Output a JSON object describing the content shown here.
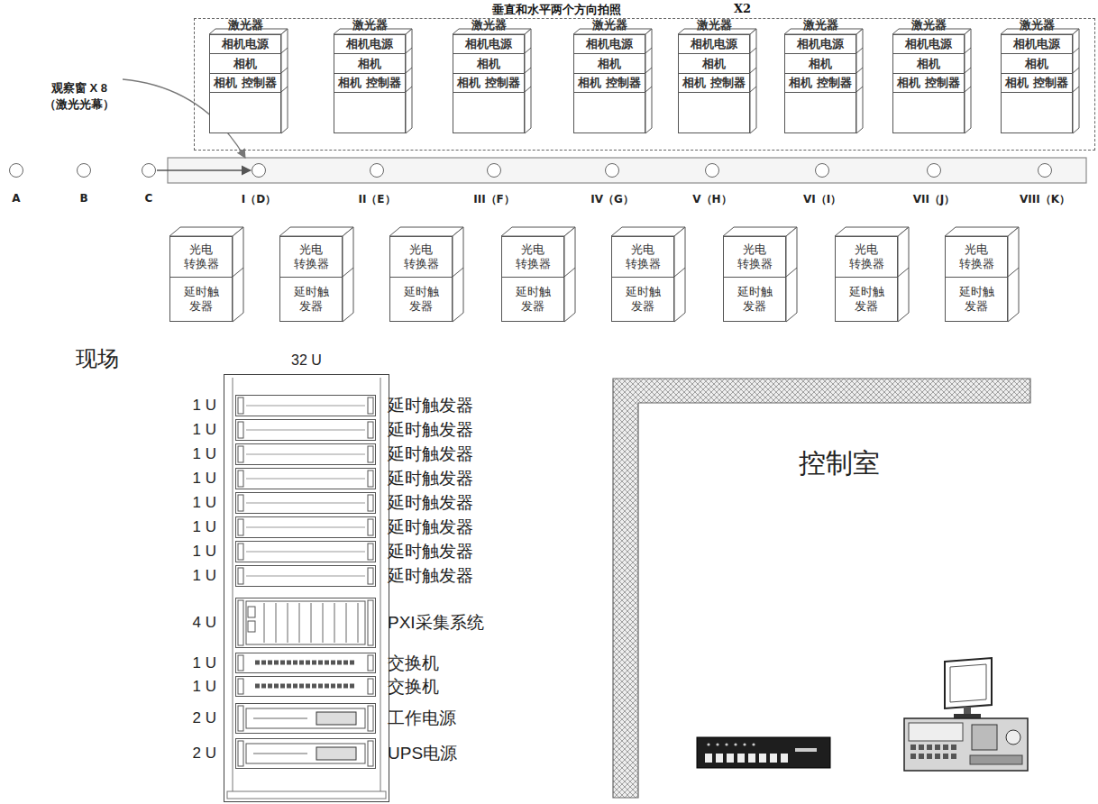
{
  "diagram": {
    "nodes": [
      {
        "text": [
          "垂直和水平两个方向拍照",
          "X2"
        ]
      },
      {
        "text": [
          "激光器"
        ],
        "in": 0
      },
      {
        "text": [
          "相机电源"
        ],
        "in": 0
      },
      {
        "text": [
          "相机"
        ],
        "in": 0
      },
      {
        "text": [
          "相机 控制器"
        ],
        "in": 0
      },
      {
        "text": [
          "激光器"
        ],
        "in": 0
      },
      {
        "text": [
          "相机电源"
        ],
        "in": 0
      },
      {
        "text": [
          "相机"
        ],
        "in": 0
      },
      {
        "text": [
          "相机 控制器"
        ],
        "in": 0
      },
      {
        "text": [
          "激光器"
        ],
        "in": 0
      },
      {
        "text": [
          "相机电源"
        ],
        "in": 0
      },
      {
        "text": [
          "相机"
        ],
        "in": 0
      },
      {
        "text": [
          "相机 控制器"
        ],
        "in": 0
      },
      {
        "text": [
          "激光器"
        ],
        "in": 0
      },
      {
        "text": [
          "相机电源"
        ],
        "in": 0
      },
      {
        "text": [
          "相机"
        ],
        "in": 0
      },
      {
        "text": [
          "相机 控制器"
        ],
        "in": 0
      },
      {
        "text": [
          "激光器"
        ],
        "in": 0
      },
      {
        "text": [
          "相机电源"
        ],
        "in": 0
      },
      {
        "text": [
          "相机"
        ],
        "in": 0
      },
      {
        "text": [
          "相机 控制器"
        ],
        "in": 0
      },
      {
        "text": [
          "激光器"
        ],
        "in": 0
      },
      {
        "text": [
          "相机电源"
        ],
        "in": 0
      },
      {
        "text": [
          "相机"
        ],
        "in": 0
      },
      {
        "text": [
          "相机 控制器"
        ],
        "in": 0
      },
      {
        "text": [
          "激光器"
        ],
        "in": 0
      },
      {
        "text": [
          "相机电源"
        ],
        "in": 0
      },
      {
        "text": [
          "相机"
        ],
        "in": 0
      },
      {
        "text": [
          "相机 控制器"
        ],
        "in": 0
      },
      {
        "text": [
          "激光器"
        ],
        "in": 0
      },
      {
        "text": [
          "相机电源"
        ],
        "in": 0
      },
      {
        "text": [
          "相机"
        ],
        "in": 0
      },
      {
        "text": [
          "相机 控制器"
        ],
        "in": 0
      },
      {
        "text": [
          "A"
        ]
      },
      {
        "text": [
          "B"
        ]
      },
      {
        "text": [
          "C"
        ]
      },
      {
        "text": [
          "I（D）"
        ]
      },
      {
        "text": [
          "II（E）"
        ]
      },
      {
        "text": [
          "III（F）"
        ]
      },
      {
        "text": [
          "IV（G）"
        ]
      },
      {
        "text": [
          "V（H）"
        ]
      },
      {
        "text": [
          "VI（I）"
        ]
      },
      {
        "text": [
          "VII（J）"
        ]
      },
      {
        "text": [
          "VIII（K）"
        ]
      },
      {
        "text": [
          "光电 转换器"
        ]
      },
      {
        "text": [
          "延时触 发器"
        ]
      },
      {
        "text": [
          "光电 转换器"
        ]
      },
      {
        "text": [
          "延时触 发器"
        ]
      },
      {
        "text": [
          "光电 转换器"
        ]
      },
      {
        "text": [
          "延时触 发器"
        ]
      },
      {
        "text": [
          "光电 转换器"
        ]
      },
      {
        "text": [
          "延时触 发器"
        ]
      },
      {
        "text": [
          "光电 转换器"
        ]
      },
      {
        "text": [
          "延时触 发器"
        ]
      },
      {
        "text": [
          "光电 转换器"
        ]
      },
      {
        "text": [
          "延时触 发器"
        ]
      },
      {
        "text": [
          "光电 转换器"
        ]
      },
      {
        "text": [
          "延时触 发器"
        ]
      },
      {
        "text": [
          "光电 转换器"
        ]
      },
      {
        "text": [
          "延时触 发器"
        ]
      },
      {
        "text": [
          "32 U"
        ]
      },
      {
        "text": [
          "1 U",
          "延时触发器"
        ],
        "in": 60
      },
      {
        "text": [
          "1 U",
          "延时触发器"
        ],
        "in": 60
      },
      {
        "text": [
          "1 U",
          "延时触发器"
        ],
        "in": 60
      },
      {
        "text": [
          "1 U",
          "延时触发器"
        ],
        "in": 60
      },
      {
        "text": [
          "1 U",
          "延时触发器"
        ],
        "in": 60
      },
      {
        "text": [
          "1 U",
          "延时触发器"
        ],
        "in": 60
      },
      {
        "text": [
          "1 U",
          "延时触发器"
        ],
        "in": 60
      },
      {
        "text": [
          "1 U",
          "延时触发器"
        ],
        "in": 60
      },
      {
        "text": [
          "4 U",
          "PXI采集系统"
        ],
        "in": 60
      },
      {
        "text": [
          "1 U",
          "交换机"
        ],
        "in": 60
      },
      {
        "text": [
          "1 U",
          "交换机"
        ],
        "in": 60
      },
      {
        "text": [
          "2 U",
          "工作电源"
        ],
        "in": 60
      },
      {
        "text": [
          "2 U",
          "UPS电源"
        ],
        "in": 60
      }
    ],
    "edges": [
      {
        "from": 35,
        "to": 36,
        "arrow": "to"
      }
    ],
    "labels": [
      "观察窗 X 8 （激光光幕）",
      "现场",
      "控制室"
    ]
  }
}
